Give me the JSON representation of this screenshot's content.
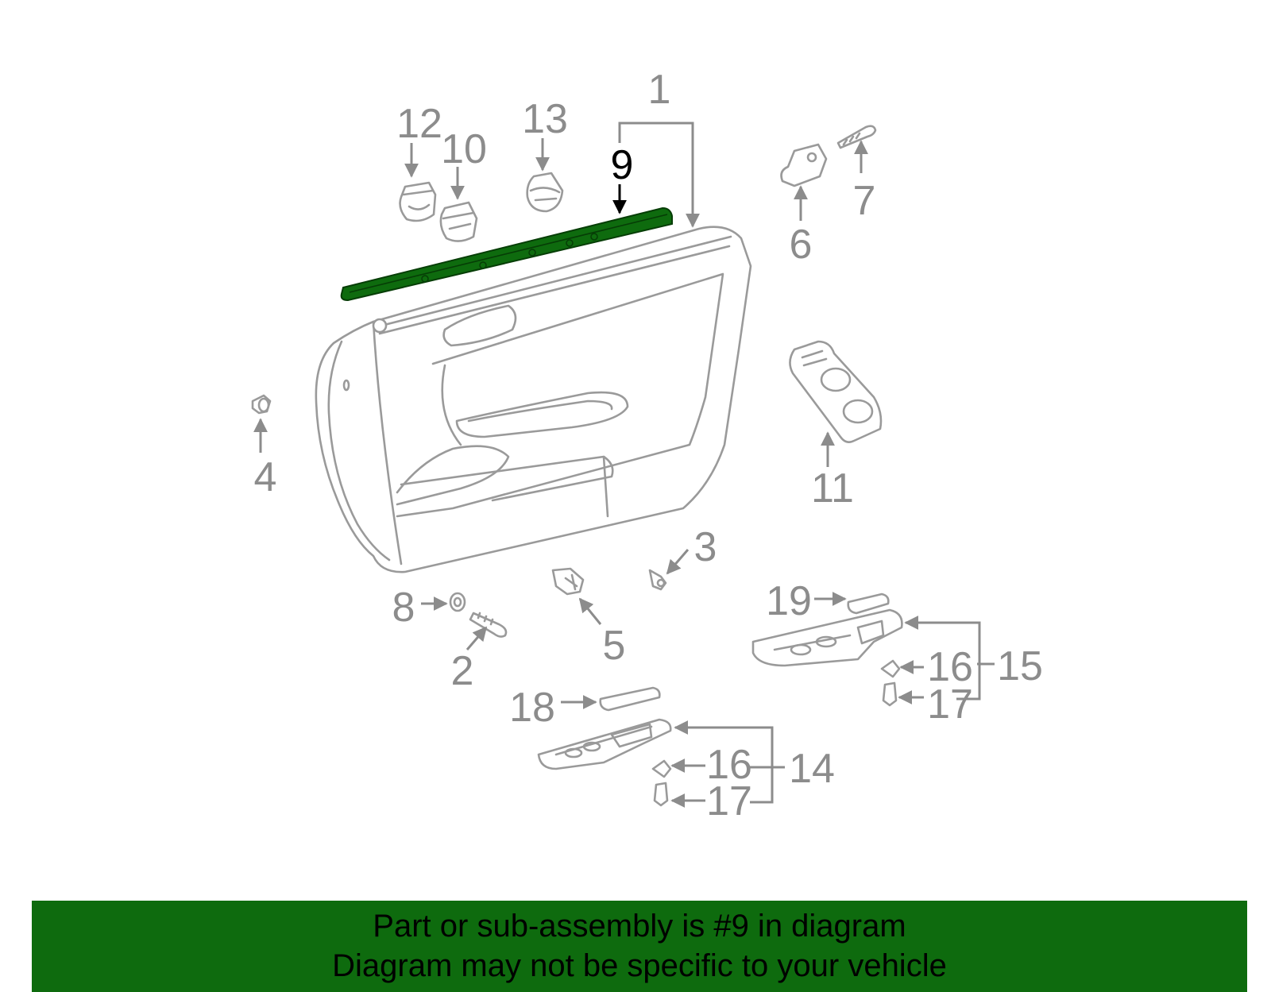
{
  "callouts": [
    {
      "id": "c1",
      "label": "1"
    },
    {
      "id": "c2",
      "label": "2"
    },
    {
      "id": "c3",
      "label": "3"
    },
    {
      "id": "c4",
      "label": "4"
    },
    {
      "id": "c5",
      "label": "5"
    },
    {
      "id": "c6",
      "label": "6"
    },
    {
      "id": "c7",
      "label": "7"
    },
    {
      "id": "c8",
      "label": "8"
    },
    {
      "id": "c9",
      "label": "9"
    },
    {
      "id": "c10",
      "label": "10"
    },
    {
      "id": "c11",
      "label": "11"
    },
    {
      "id": "c12",
      "label": "12"
    },
    {
      "id": "c13",
      "label": "13"
    },
    {
      "id": "c14",
      "label": "14"
    },
    {
      "id": "c15",
      "label": "15"
    },
    {
      "id": "c16a",
      "label": "16"
    },
    {
      "id": "c16b",
      "label": "16"
    },
    {
      "id": "c17a",
      "label": "17"
    },
    {
      "id": "c17b",
      "label": "17"
    },
    {
      "id": "c18",
      "label": "18"
    },
    {
      "id": "c19",
      "label": "19"
    }
  ],
  "highlighted_part": "9",
  "colors": {
    "highlight": "#0e6b0e",
    "line_art": "#9a9a9a",
    "banner_background": "#0e6b0e",
    "banner_text": "#000000"
  },
  "banner": {
    "line1": "Part or sub-assembly is #9 in diagram",
    "line2": "Diagram may not be specific to your vehicle"
  }
}
